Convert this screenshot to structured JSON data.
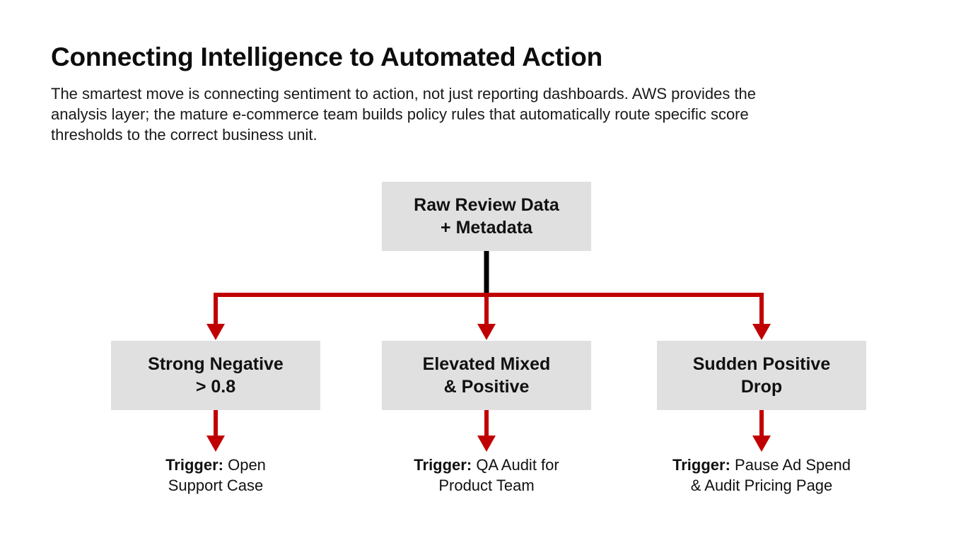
{
  "header": {
    "title": "Connecting Intelligence to Automated Action",
    "subtitle": "The smartest move is connecting sentiment to action, not just reporting dashboards. AWS provides the analysis layer; the mature e-commerce team builds policy rules that automatically route specific score thresholds to the correct business unit."
  },
  "diagram": {
    "colors": {
      "box_fill": "#e0e0e0",
      "trunk": "#000000",
      "branch": "#c00000"
    },
    "source": {
      "line1": "Raw Review Data",
      "line2": "+ Metadata"
    },
    "branches": [
      {
        "line1": "Strong Negative",
        "line2": "> 0.8",
        "trigger_label": "Trigger:",
        "trigger_text1": "Open",
        "trigger_text2": "Support Case"
      },
      {
        "line1": "Elevated Mixed",
        "line2": "& Positive",
        "trigger_label": "Trigger:",
        "trigger_text1": "QA Audit for",
        "trigger_text2": "Product Team"
      },
      {
        "line1": "Sudden Positive",
        "line2": "Drop",
        "trigger_label": "Trigger:",
        "trigger_text1": "Pause Ad Spend",
        "trigger_text2": "& Audit Pricing Page"
      }
    ]
  }
}
